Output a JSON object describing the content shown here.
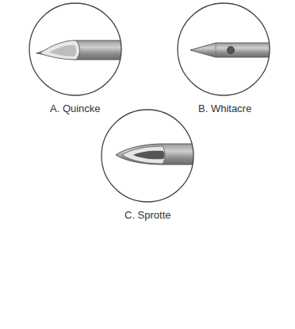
{
  "diagram": {
    "labels": [
      "A. Quincke",
      "B. Whitacre",
      "C. Sprotte"
    ]
  }
}
